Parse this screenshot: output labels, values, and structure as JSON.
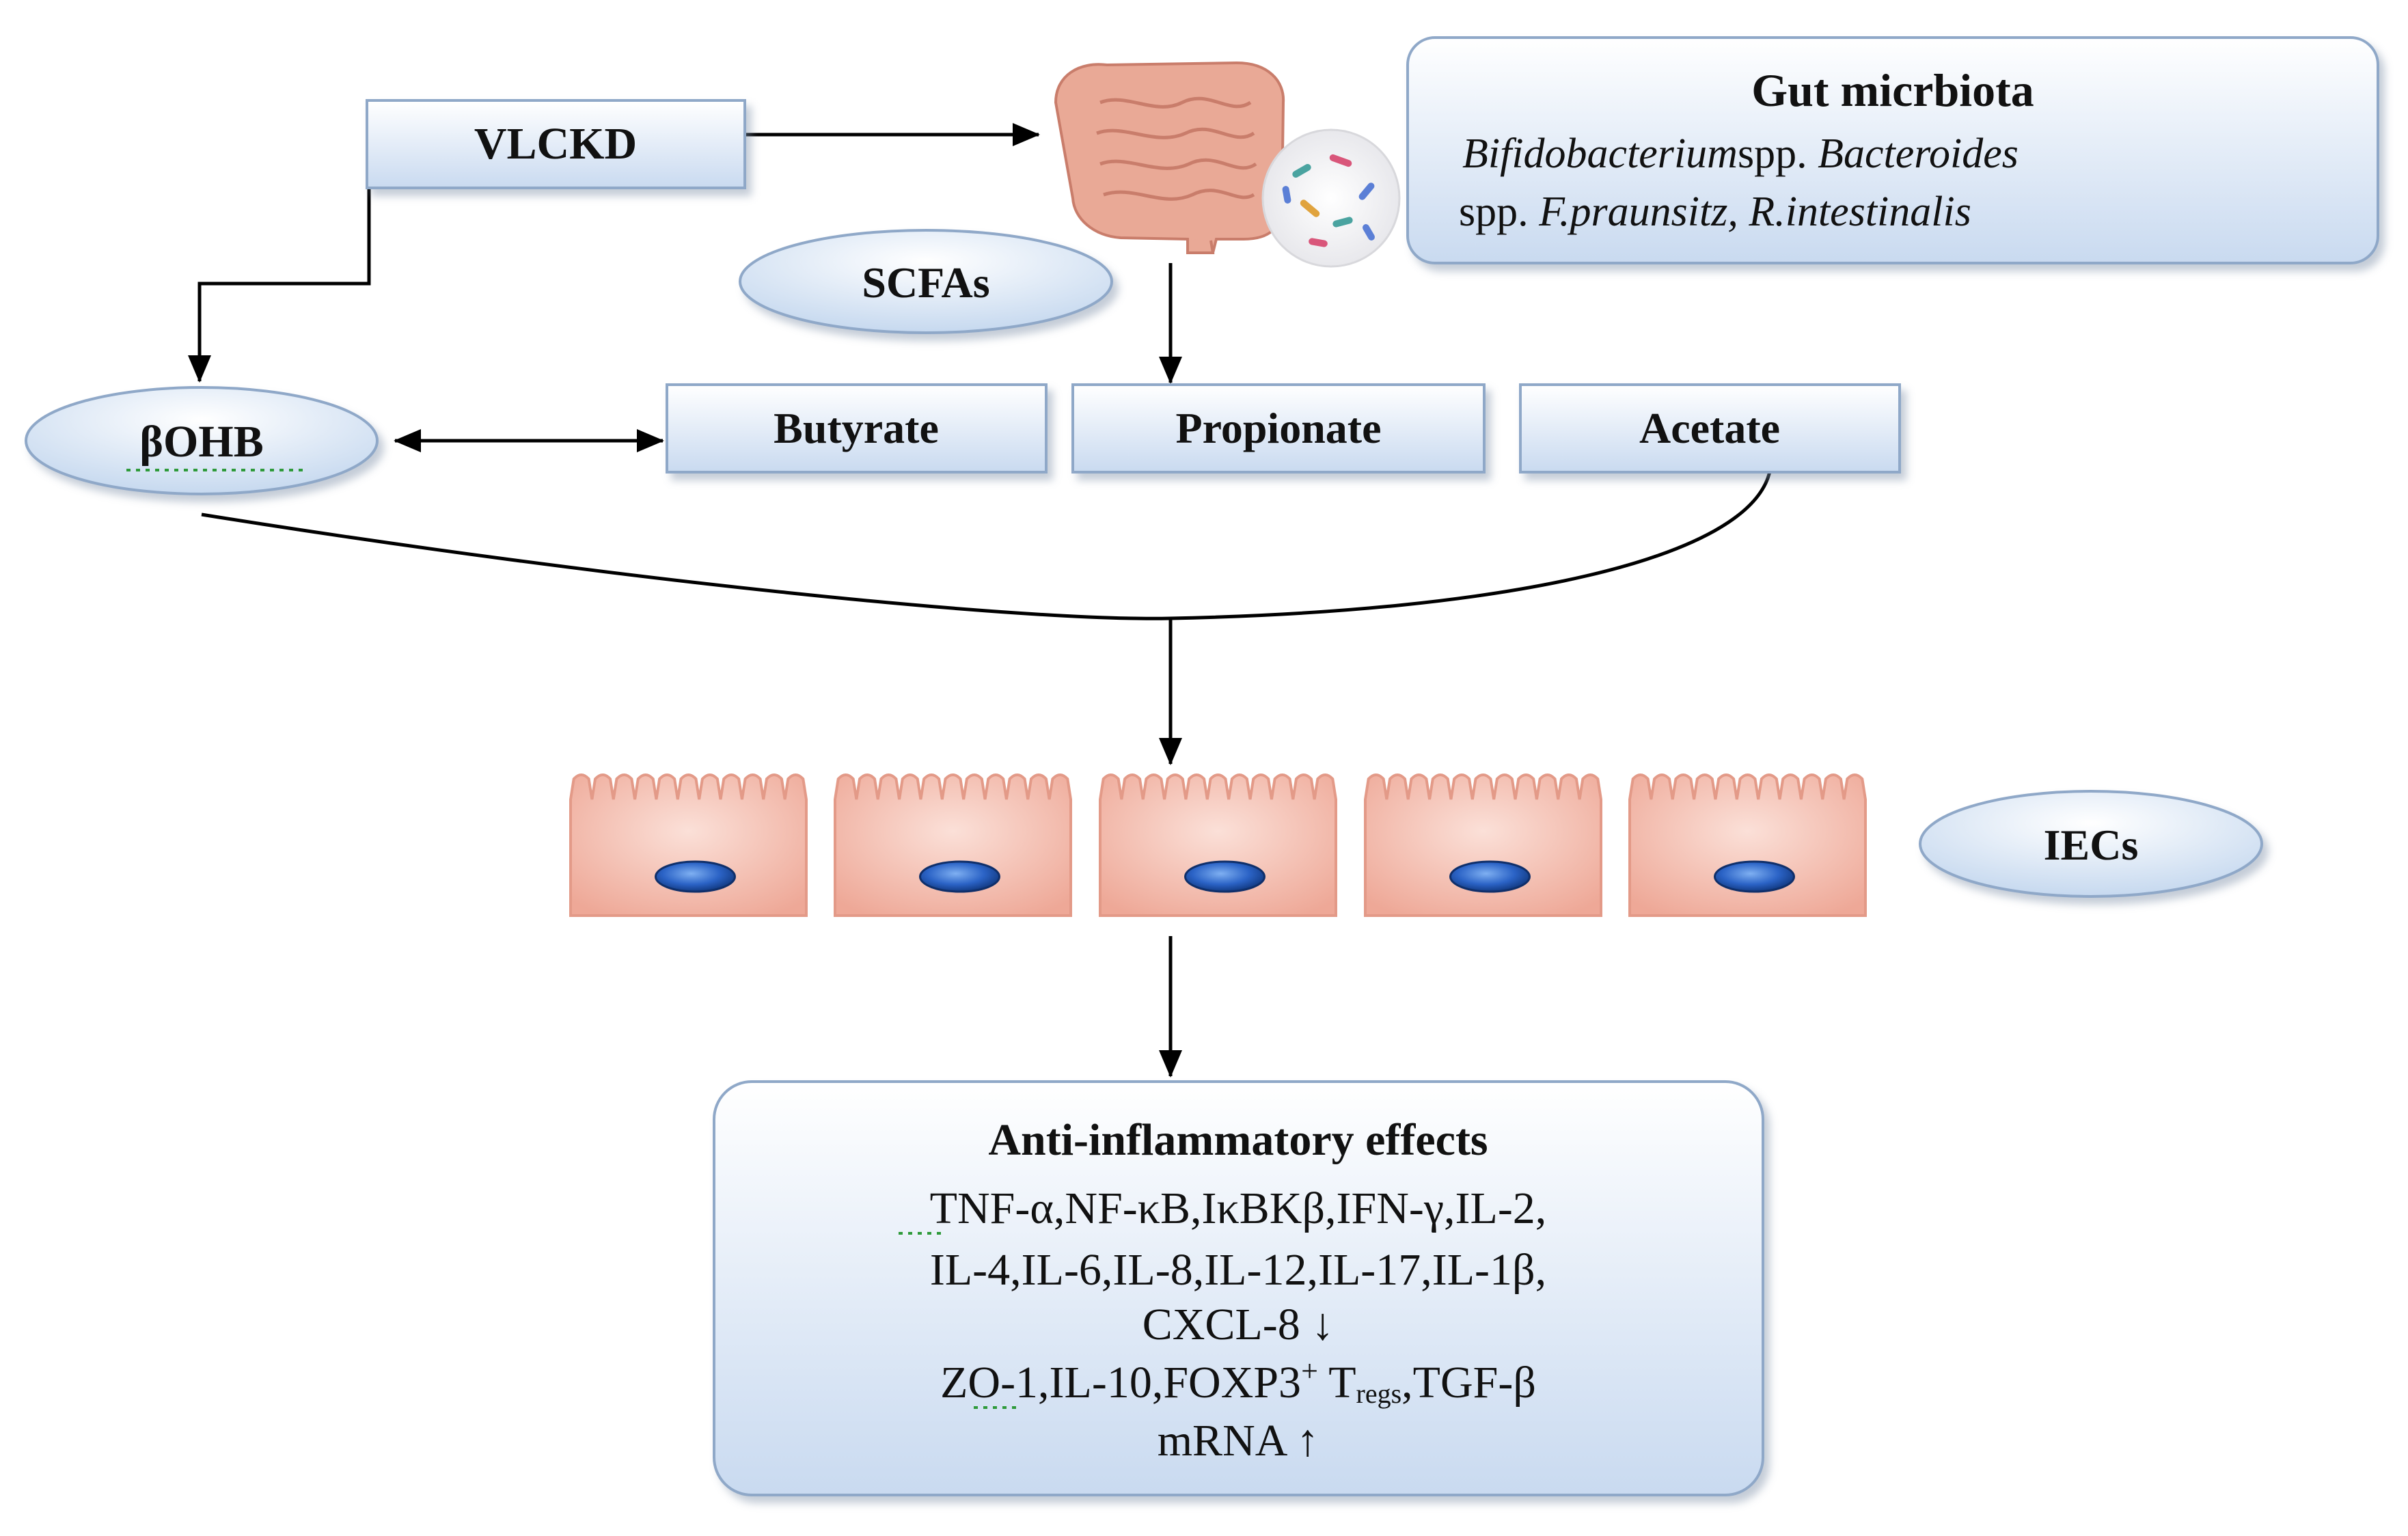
{
  "nodes": {
    "vlckd": "VLCKD",
    "scfas": "SCFAs",
    "bohb": "βOHB",
    "butyrate": "Butyrate",
    "propionate": "Propionate",
    "acetate": "Acetate",
    "iecs": "IECs"
  },
  "gut_box": {
    "title": "Gut micrbiota",
    "line1_part1": "Bifidobacterium",
    "line1_part2": "spp.",
    "line1_part3": "Bacteroides",
    "line2_part1": "spp.",
    "line2_part2": "F.praunsitz, R.intestinalis"
  },
  "effects_box": {
    "title": "Anti-inflammatory effects",
    "line1": "TNF-α,NF-κB,IκBKβ,IFN-γ,IL-2,",
    "line2": "IL-4,IL-6,IL-8,IL-12,IL-17,IL-1β,",
    "line3": "CXCL-8 ↓",
    "line4_part1": "ZO-1,IL-10,FOXP3",
    "line4_sup": "+",
    "line4_part2": " T",
    "line4_sub": "regs",
    "line4_part3": ",TGF-β",
    "line5": "mRNA ↑"
  },
  "colors": {
    "box_fill_top": "#ffffff",
    "box_fill_bottom": "#c9daf0",
    "box_stroke": "#8fa8c8",
    "cell_fill": "#f4c3b8",
    "nucleus": "#2b63c6",
    "gut": "#e9a996",
    "arrow": "#000000"
  },
  "icons": [
    "intestine-icon",
    "bacteria-icon",
    "epithelial-cell-icon"
  ]
}
